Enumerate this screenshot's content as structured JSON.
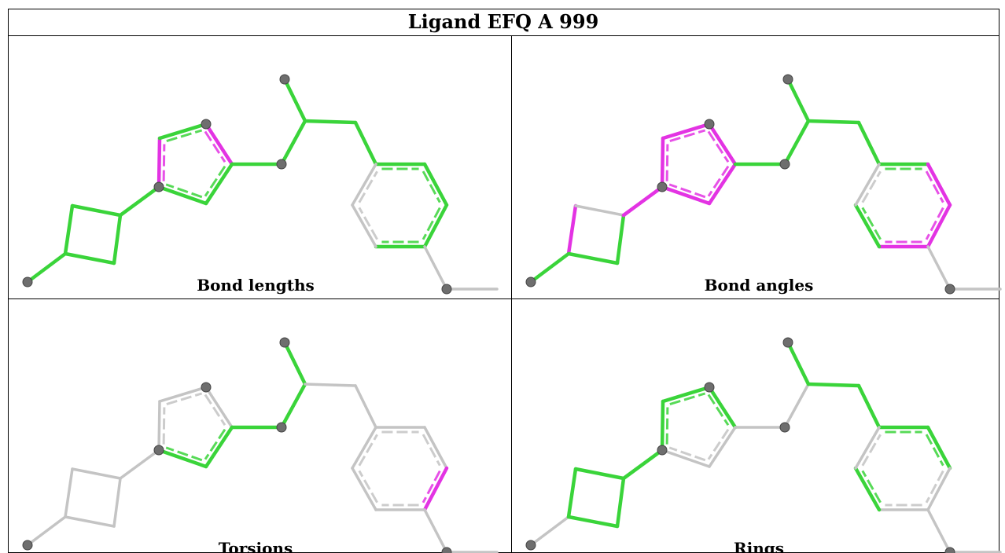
{
  "title": "Ligand EFQ A 999",
  "colors": {
    "neutral": "#c4c4c4",
    "good": "#3ad43a",
    "outlier": "#e333e3",
    "atom": "#6e6e6e",
    "frame": "#000000"
  },
  "panels": [
    {
      "id": "bond-lengths",
      "caption": "Bond lengths",
      "highlight": {
        "green": [
          "b0",
          "b1",
          "b2",
          "b3",
          "b4",
          "b5",
          "b6",
          "b7",
          "b8",
          "b9",
          "b10",
          "b11",
          "b12",
          "b13",
          "b14",
          "b15",
          "b16",
          "b17",
          "b18",
          "b19"
        ],
        "magenta": [
          "b8",
          "b6"
        ]
      }
    },
    {
      "id": "bond-angles",
      "caption": "Bond angles",
      "highlight": {
        "green": [
          "b0",
          "b11",
          "b12",
          "b13",
          "b14",
          "b15",
          "b16",
          "b20",
          "b3",
          "b4"
        ],
        "magenta": [
          "b5",
          "b6",
          "b7",
          "b8",
          "b9",
          "b10",
          "b17",
          "b18",
          "b19",
          "b1"
        ]
      }
    },
    {
      "id": "torsions",
      "caption": "Torsions",
      "highlight": {
        "green": [
          "b10",
          "b11",
          "b12",
          "b13",
          "b9"
        ],
        "magenta": [
          "b18"
        ]
      }
    },
    {
      "id": "rings",
      "caption": "Rings",
      "highlight": {
        "green": [
          "b1",
          "b2",
          "b3",
          "b4",
          "b5",
          "b6",
          "b7",
          "b8",
          "b13",
          "b14",
          "b15",
          "b16",
          "b17",
          "b20"
        ],
        "magenta": []
      }
    }
  ]
}
